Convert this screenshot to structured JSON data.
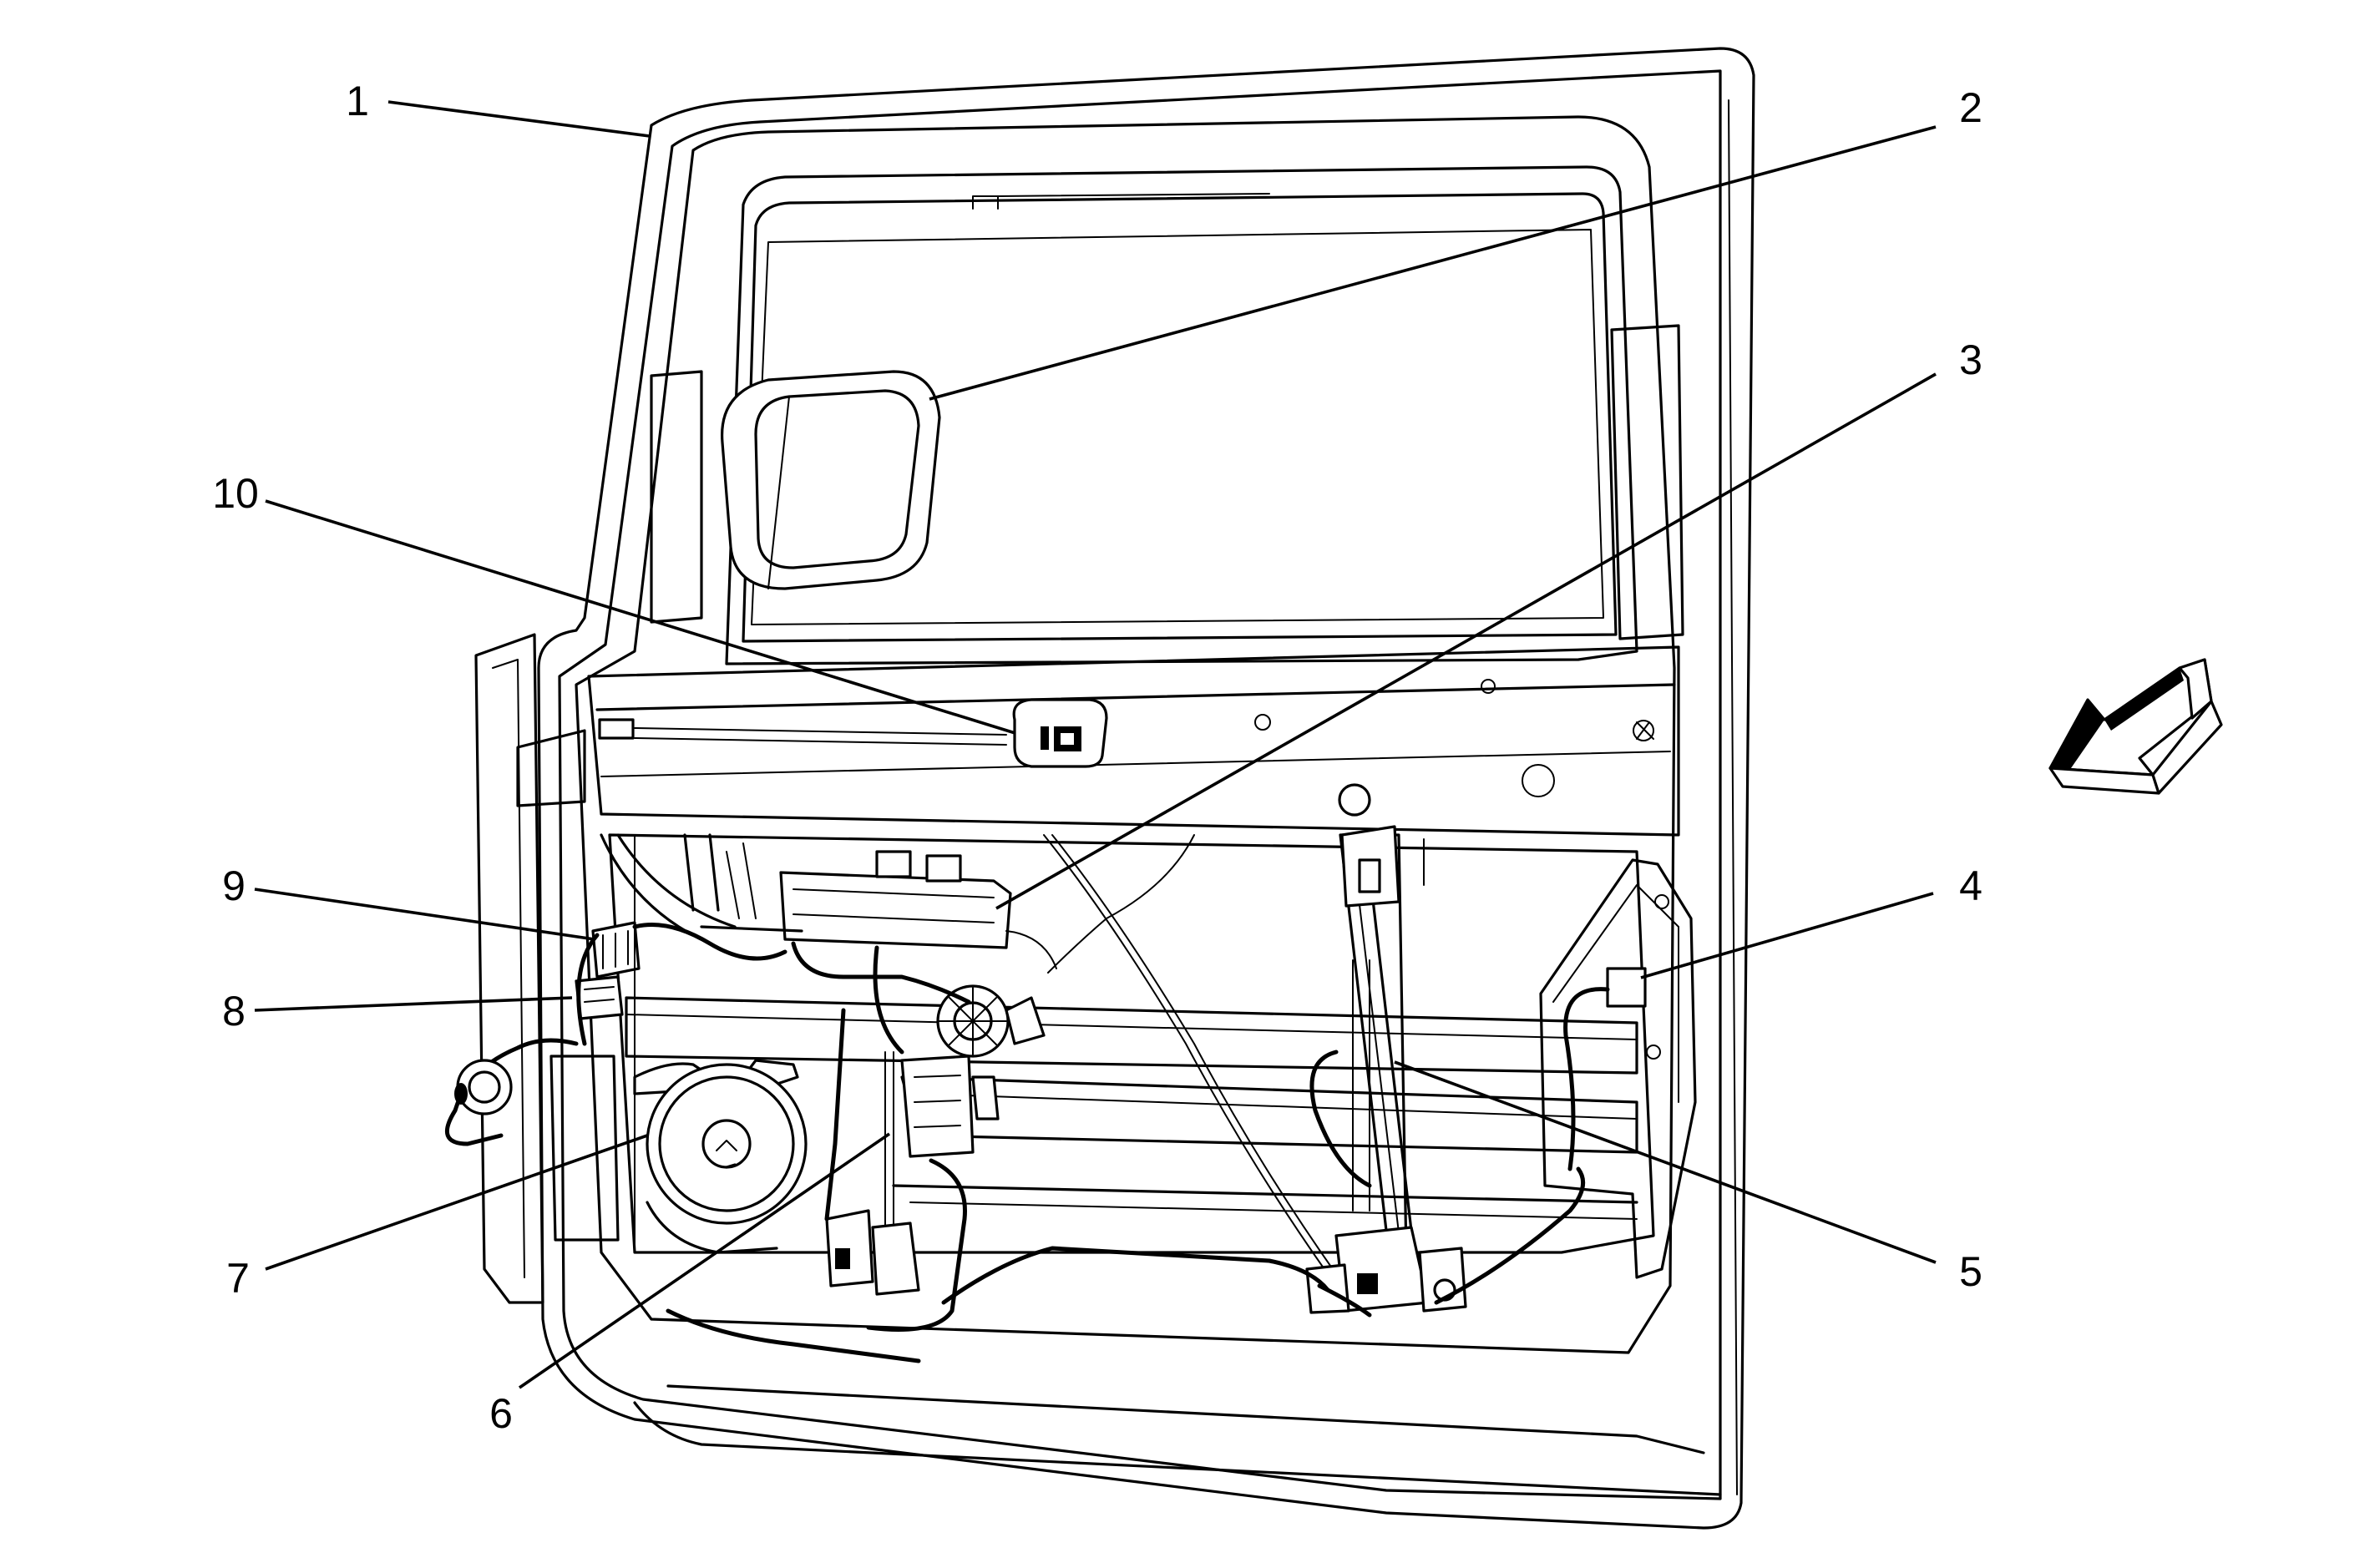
{
  "diagram": {
    "callouts": [
      {
        "id": "1",
        "label": "1"
      },
      {
        "id": "2",
        "label": "2"
      },
      {
        "id": "3",
        "label": "3"
      },
      {
        "id": "4",
        "label": "4"
      },
      {
        "id": "5",
        "label": "5"
      },
      {
        "id": "6",
        "label": "6"
      },
      {
        "id": "7",
        "label": "7"
      },
      {
        "id": "8",
        "label": "8"
      },
      {
        "id": "9",
        "label": "9"
      },
      {
        "id": "10",
        "label": "10"
      }
    ],
    "view_direction_icon": "arrow-left-icon"
  }
}
